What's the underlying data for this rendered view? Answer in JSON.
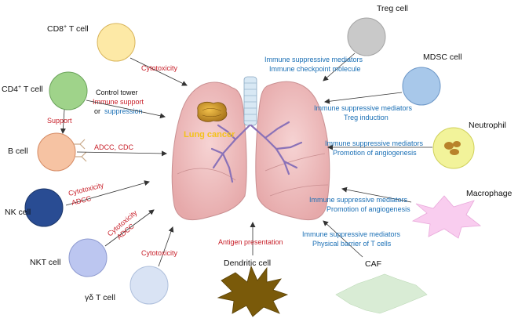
{
  "cells": {
    "cd8": "CD8",
    "cd8_sup": "+",
    "cd8_tail": " T cell",
    "cd4": "CD4",
    "cd4_sup": "+",
    "cd4_tail": " T cell",
    "bcell": "B cell",
    "nk": "NK cell",
    "nkt": "NKT cell",
    "gd": "γδ T cell",
    "dendritic": "Dendritic cell",
    "caf": "CAF",
    "macrophage": "Macrophage",
    "neutrophil": "Neutrophil",
    "mdsc": "MDSC cell",
    "treg": "Treg cell"
  },
  "labels": {
    "lung_cancer": "Lung cancer",
    "cd8_action": "Cytotoxicity",
    "control_tower": "Control tower",
    "immune_support": "Immune support",
    "or": "or",
    "suppression": "suppression",
    "support": "Support",
    "adcc_cdc": "ADCC, CDC",
    "nk_action_1": "Cytotoxicity",
    "nk_action_2": "ADCC",
    "nkt_action_1": "Cytotoxicity",
    "nkt_action_2": "ADCC",
    "gd_action": "Cytotoxicity",
    "antigen_presentation": "Antigen presentation",
    "treg_action_1": "Immune suppressive mediators",
    "treg_action_2": "Immune checkpoint molecule",
    "mdsc_action_1": "Immune suppressive mediators",
    "mdsc_action_2": "Treg induction",
    "neutrophil_action_1": "Immune suppressive mediators",
    "neutrophil_action_2": "Promotion of angiogenesis",
    "macrophage_action_1": "Immune suppressive mediators",
    "macrophage_action_2": "Promotion of angiogenesis",
    "caf_action_1": "Immune suppressive mediators",
    "caf_action_2": "Physical barrier of T cells"
  },
  "colors": {
    "cd8": "#fde9a6",
    "cd4": "#9fd38a",
    "bcell": "#f6c3a3",
    "nk": "#294c93",
    "nkt": "#bcc6f0",
    "gd": "#d9e3f4",
    "treg": "#c9c9c9",
    "mdsc": "#a8c8ea",
    "neutrophil": "#f2f39a",
    "macrophage": "#f9cdef",
    "dendritic": "#7a5a0a",
    "caf": "#d9ecd5",
    "lung": "#eebdbd",
    "tumor": "#c08a1e",
    "activating": "#c8202a",
    "suppressive": "#1a6fb5"
  },
  "icons": {
    "lungs": "lungs-illustration",
    "tumor": "tumor-icon",
    "antibody": "antibody-icon"
  }
}
